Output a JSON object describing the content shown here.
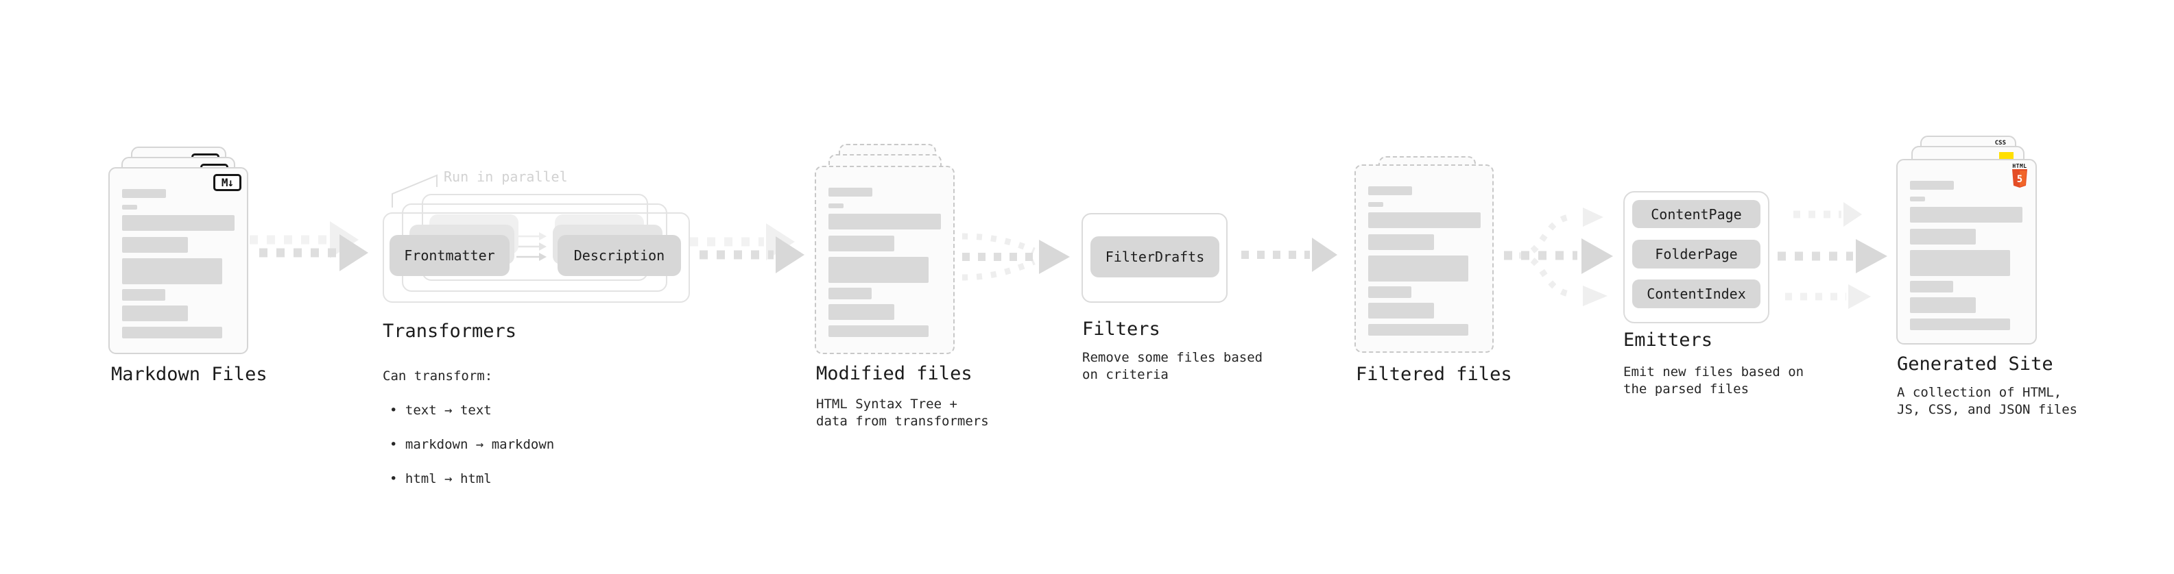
{
  "diagram": {
    "markdown": {
      "label": "Markdown Files",
      "badge": "M↓"
    },
    "transformers": {
      "label": "Transformers",
      "note": "Run in parallel",
      "pill_left": "Frontmatter",
      "pill_right": "Description",
      "desc_heading": "Can transform:",
      "bullets": [
        "• text → text",
        "• markdown → markdown",
        "• html → html"
      ]
    },
    "modified": {
      "label": "Modified files",
      "desc": "HTML Syntax Tree +\ndata from transformers"
    },
    "filters": {
      "label": "Filters",
      "pill": "FilterDrafts",
      "desc": "Remove some files based\non criteria"
    },
    "filtered": {
      "label": "Filtered files"
    },
    "emitters": {
      "label": "Emitters",
      "pills": [
        "ContentPage",
        "FolderPage",
        "ContentIndex"
      ],
      "desc": "Emit new files based on\nthe parsed files"
    },
    "generated": {
      "label": "Generated Site",
      "desc": "A collection of HTML,\nJS, CSS, and JSON files",
      "badge_html_word": "HTML",
      "badge_html_number": "5",
      "badge_css": "CSS"
    }
  },
  "colors": {
    "html5_orange": "#e44d26",
    "html5_orange_light": "#f16529",
    "js_yellow": "#ffdf00",
    "css_blue": "#2c63e8"
  }
}
